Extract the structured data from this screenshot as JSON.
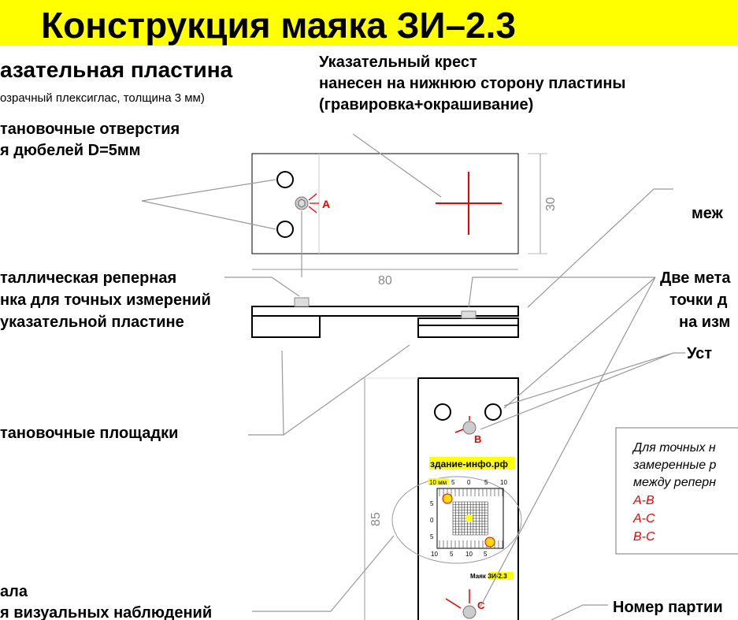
{
  "title": "Конструкция маяка ЗИ–2.3",
  "colors": {
    "title_bg": "#ffff00",
    "accent_red": "#e00000",
    "leader": "#999999"
  },
  "plate": {
    "heading": "азательная пластина",
    "subheading": "озрачный плексиглас, толщина 3 мм)",
    "holes_label": [
      "тановочные отверстия",
      "я дюбелей D=5мм"
    ],
    "cross_label": [
      "Указательный крест",
      "нанесен на нижнюю сторону пластины",
      "(гравировка+окрашивание)"
    ],
    "point_a": "A",
    "dim_width": "30",
    "dim_length": "80"
  },
  "labels": {
    "right_top": "меж",
    "ref_point_left": [
      "таллическая реперная",
      "нка для точных измерений",
      "указательной пластине"
    ],
    "ref_points_right": [
      "Две мета",
      "точки д",
      "на изм"
    ],
    "mount_right": "Уст",
    "pads": "тановочные площадки",
    "scale": [
      "ала",
      "я визуальных наблюдений"
    ],
    "batch": "Номер партии"
  },
  "base": {
    "dim_length": "85",
    "point_b": "B",
    "point_c": "C",
    "site": "здание-инфо.рф",
    "model": "Маяк ЗИ-2.3",
    "scale_unit": "10 мм",
    "scale_top": [
      "5",
      "0",
      "5",
      "10"
    ],
    "scale_side": [
      "5",
      "0",
      "5"
    ],
    "scale_bottom": [
      "10",
      "5",
      "10",
      "5"
    ]
  },
  "info_box": {
    "lines": [
      "Для точных н",
      "замеренные р",
      "между реперн"
    ],
    "pairs": [
      "A-B",
      "A-C",
      "B-C"
    ]
  }
}
